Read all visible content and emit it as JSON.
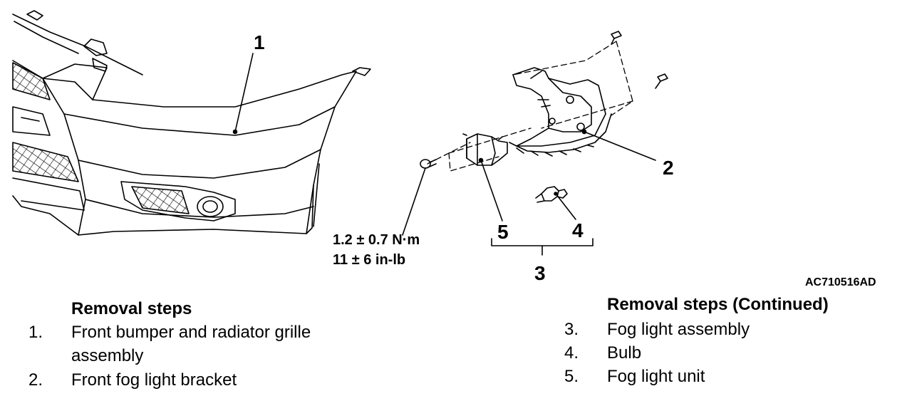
{
  "callouts": {
    "c1": "1",
    "c2": "2",
    "c3": "3",
    "c4": "4",
    "c5": "5"
  },
  "torque": {
    "metric": "1.2 ± 0.7 N·m",
    "imperial": "11 ± 6 in-lb"
  },
  "figure_code": "AC710516AD",
  "left_list": {
    "title": "Removal steps",
    "items": [
      {
        "num": "1.",
        "text_line1": "Front bumper and radiator grille",
        "text_line2": "assembly"
      },
      {
        "num": "2.",
        "text_line1": "Front fog light bracket"
      }
    ]
  },
  "right_list": {
    "title": "Removal steps (Continued)",
    "items": [
      {
        "num": "3.",
        "text": "Fog light assembly"
      },
      {
        "num": "4.",
        "text": "Bulb"
      },
      {
        "num": "5.",
        "text": "Fog light unit"
      }
    ]
  }
}
